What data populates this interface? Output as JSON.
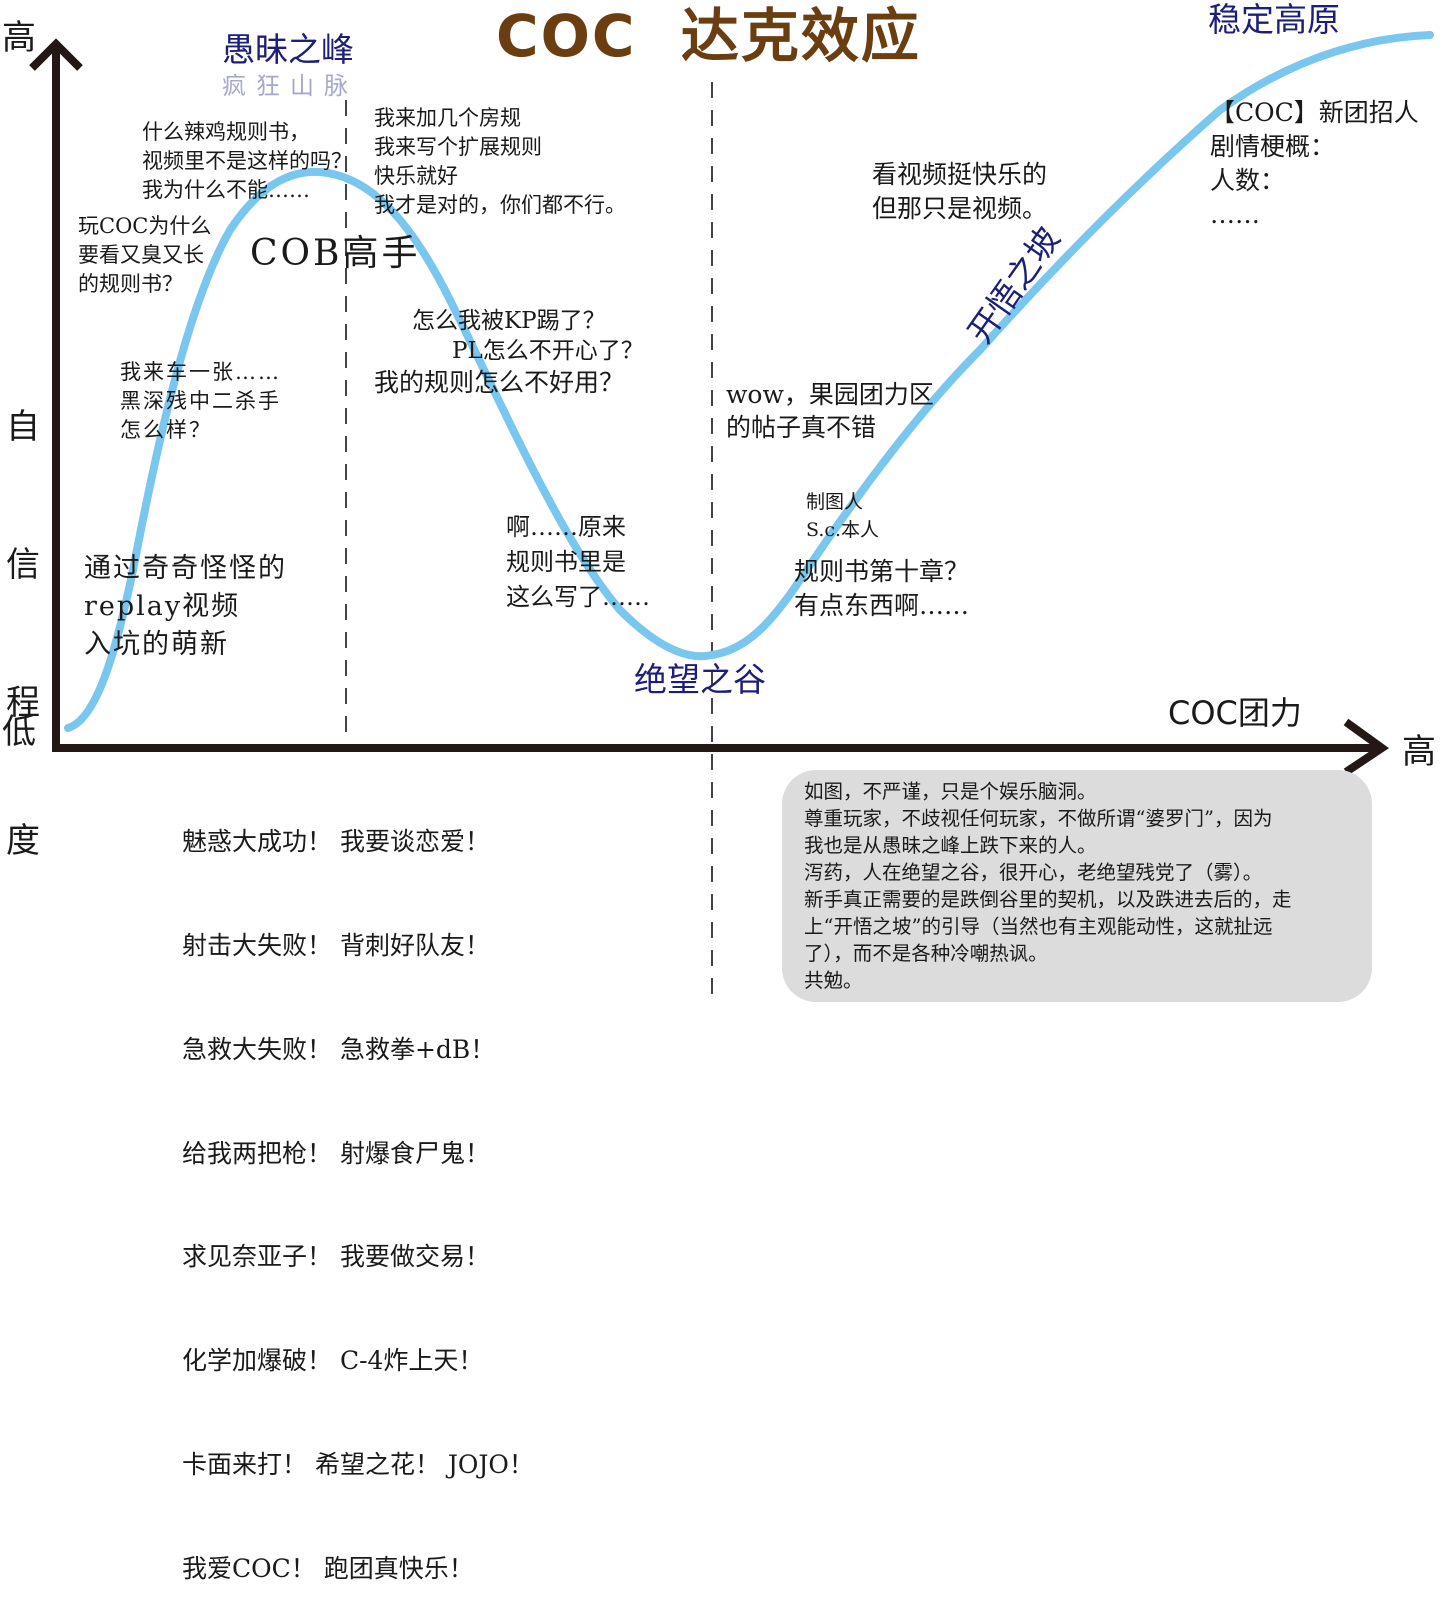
{
  "title": "COC  达克效应",
  "colors": {
    "title": "#6b3e12",
    "zone_label": "#1d1d7a",
    "subzone_label": "#a8a8cc",
    "curve": "#79c6ef",
    "axis": "#231815",
    "note_bg": "#dcdcdc"
  },
  "axes": {
    "y_high": "高",
    "y_low": "低",
    "y_title_chars": [
      "自",
      "信",
      "程",
      "度"
    ],
    "x_title": "COC团力",
    "x_high": "高"
  },
  "zones": {
    "peak": "愚昧之峰",
    "peak_sub": "疯狂山脉",
    "valley": "绝望之谷",
    "slope": "开悟之坡",
    "plateau": "稳定高原"
  },
  "quotes": {
    "newbie": "通过奇奇怪怪的\nreplay视频\n入坑的萌新",
    "pvp": "我来车一张……\n黑深残中二杀手\n怎么样？",
    "why_rulebook": "玩COC为什么\n要看又臭又长\n的规则书？",
    "trash_rulebook": "什么辣鸡规则书，\n视频里不是这样的吗？\n我为什么不能……",
    "cob_master": "COB高手",
    "house_rules": "我来加几个房规\n我来写个扩展规则\n快乐就好\n我才是对的，你们都不行。",
    "kicked": "怎么我被KP踢了？",
    "pl_unhappy": "PL怎么不开心了？",
    "rules_bad": "我的规则怎么不好用？",
    "realize": "啊……原来\n规则书里是\n这么写了……",
    "forum": "wow，果园团力区\n的帖子真不错",
    "author": "制图人\nS.c.本人",
    "chapter10": "规则书第十章？\n有点东西啊……",
    "videos": "看视频挺快乐的\n但那只是视频。",
    "recruit": "【COC】新团招人\n剧情梗概：\n人数：\n……"
  },
  "bottom_list": [
    "魅惑大成功！ 我要谈恋爱！",
    "射击大失败！ 背刺好队友！",
    "急救大失败！ 急救拳+dB！",
    "给我两把枪！ 射爆食尸鬼！",
    "求见奈亚子！ 我要做交易！",
    "化学加爆破！ C-4炸上天！",
    "卡面来打！ 希望之花！ JOJO！",
    "我爱COC！ 跑团真快乐！"
  ],
  "note": "如图，不严谨，只是个娱乐脑洞。\n尊重玩家，不歧视任何玩家，不做所谓“婆罗门”，因为\n我也是从愚昧之峰上跌下来的人。\n泻药，人在绝望之谷，很开心，老绝望残党了（雾）。\n新手真正需要的是跌倒谷里的契机，以及跌进去后的，走\n上“开悟之坡”的引导（当然也有主观能动性，这就扯远\n了），而不是各种冷嘲热讽。\n共勉。"
}
